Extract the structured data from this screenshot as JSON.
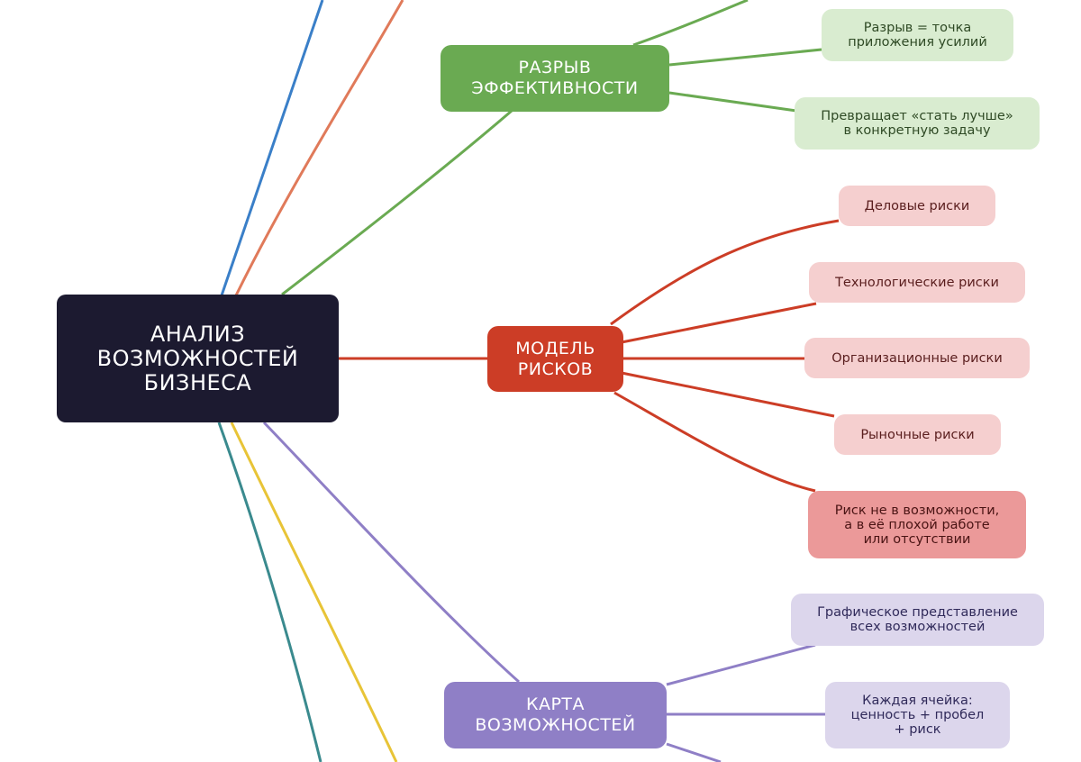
{
  "root": {
    "label": "АНАЛИЗ\nВОЗМОЖНОСТЕЙ\nБИЗНЕСА"
  },
  "branches": {
    "gap": {
      "label": "РАЗРЫВ\nЭФФЕКТИВНОСТИ",
      "color": "#6aaa52",
      "leaves": [
        "Разрыв = точка\nприложения усилий",
        "Превращает «стать лучше»\nв конкретную задачу"
      ]
    },
    "risk": {
      "label": "МОДЕЛЬ\nРИСКОВ",
      "color": "#cc3d26",
      "leaves": [
        "Деловые риски",
        "Технологические риски",
        "Организационные риски",
        "Рыночные риски",
        "Риск не в возможности,\nа в её плохой работе\nили отсутствии"
      ]
    },
    "map": {
      "label": "КАРТА\nВОЗМОЖНОСТЕЙ",
      "color": "#8f7fc6",
      "leaves": [
        "Графическое представление\nвсех возможностей",
        "Каждая ячейка:\nценность + пробел\n+ риск"
      ]
    }
  },
  "offscreen_branch_colors": [
    "#3a7fc8",
    "#e07a5a",
    "#3a8a8e",
    "#e8c437"
  ]
}
